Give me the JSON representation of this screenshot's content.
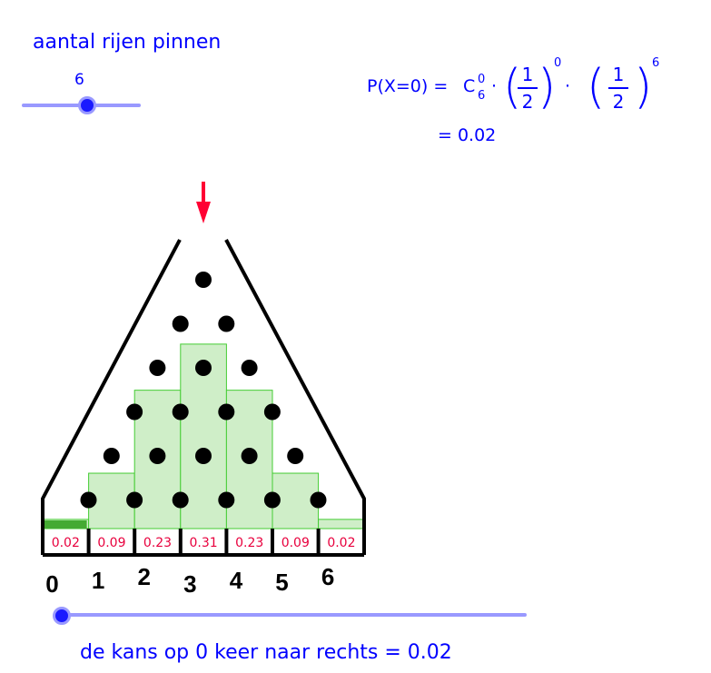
{
  "rows_control": {
    "label": "aantal rijen pinnen",
    "value": "6",
    "slider_fraction": 0.55
  },
  "formula": {
    "lhs": "P(X=0) =",
    "C": "C",
    "C_sup": "0",
    "C_sub": "6",
    "dot": "·",
    "frac_num": "1",
    "frac_den": "2",
    "exp1": "0",
    "exp2": "6",
    "line2": "= 0.02"
  },
  "board": {
    "drop_arrow_color": "#ff0033",
    "pin_color": "#000000",
    "bar_fill": "#cfeec8",
    "bar_stroke": "#44cc33",
    "highlight_fill": "#44aa33",
    "prob_color": "#e8003d",
    "probabilities": [
      "0.02",
      "0.09",
      "0.23",
      "0.31",
      "0.23",
      "0.09",
      "0.02"
    ],
    "probability_values": [
      0.0156,
      0.0938,
      0.2344,
      0.3125,
      0.2344,
      0.0938,
      0.0156
    ],
    "bins": [
      "0",
      "1",
      "2",
      "3",
      "4",
      "5",
      "6"
    ],
    "selected_bin": 0
  },
  "k_control": {
    "slider_fraction": 0.0
  },
  "result_text": "de kans op 0 keer naar rechts = 0.02",
  "colors": {
    "accent_blue": "#0000ff",
    "slider_track": "#9999ff",
    "slider_knob": "#1a1aff"
  }
}
